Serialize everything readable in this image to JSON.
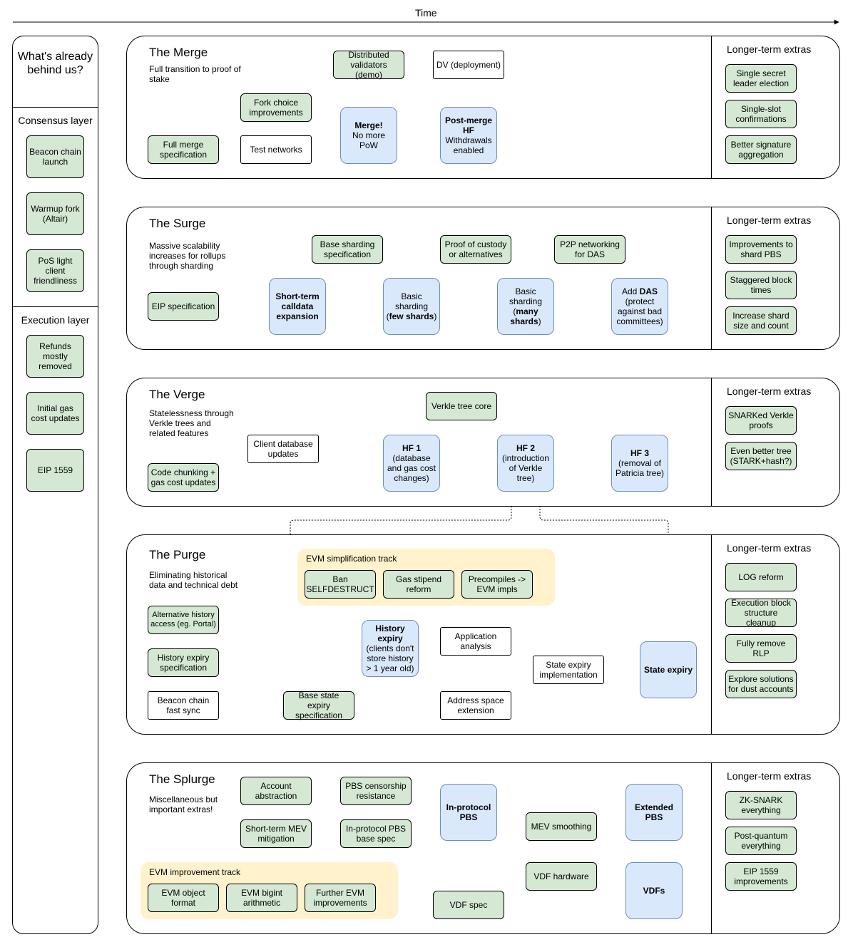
{
  "time_label": "Time",
  "left": {
    "title": "What's already behind us?",
    "consensus": {
      "header": "Consensus layer",
      "items": [
        "Beacon chain launch",
        "Warmup fork (Altair)",
        "PoS light client friendliness"
      ]
    },
    "execution": {
      "header": "Execution layer",
      "items": [
        "Refunds mostly removed",
        "Initial gas cost updates",
        "EIP 1559"
      ]
    }
  },
  "longterm_label": "Longer-term extras",
  "merge": {
    "title": "The Merge",
    "subtitle": "Full transition to proof of stake",
    "distributed": "Distributed validators (demo)",
    "dv": "DV (deployment)",
    "fork_choice": "Fork choice improvements",
    "full_merge": "Full merge specification",
    "test_networks": "Test networks",
    "merge_bold": "Merge!",
    "merge_rest": "No more PoW",
    "post_bold": "Post-merge HF",
    "post_rest": "Withdrawals enabled",
    "extras": [
      "Single secret leader election",
      "Single-slot confirmations",
      "Better signature aggregation"
    ]
  },
  "surge": {
    "title": "The Surge",
    "subtitle": "Massive scalability increases for rollups through sharding",
    "eip": "EIP specification",
    "short_term": "Short-term calldata expansion",
    "base_spec": "Base sharding specification",
    "proof_custody": "Proof of custody or alternatives",
    "p2p": "P2P networking for DAS",
    "basic_few_pre": "Basic sharding (",
    "basic_few_bold": "few shards",
    "basic_few_post": ")",
    "basic_many_pre": "Basic sharding (",
    "basic_many_bold": "many shards",
    "basic_many_post": ")",
    "das_pre": "Add ",
    "das_bold": "DAS",
    "das_post": " (protect against bad committees)",
    "extras": [
      "Improvements to shard PBS",
      "Staggered block times",
      "Increase shard size and count"
    ]
  },
  "verge": {
    "title": "The Verge",
    "subtitle": "Statelessness through Verkle trees and related features",
    "verkle_core": "Verkle tree core",
    "client_db": "Client database updates",
    "code_chunking": "Code chunking + gas cost updates",
    "hf1_bold": "HF 1",
    "hf1_rest": "(database and gas cost changes)",
    "hf2_bold": "HF 2",
    "hf2_rest": "(introduction of Verkle tree)",
    "hf3_bold": "HF 3",
    "hf3_rest": "(removal of Patricia tree)",
    "extras": [
      "SNARKed Verkle proofs",
      "Even better tree (STARK+hash?)"
    ]
  },
  "purge": {
    "title": "The Purge",
    "subtitle": "Eliminating historical data and technical debt",
    "track_label": "EVM simplification track",
    "ban": "Ban SELFDESTRUCT",
    "gas_stipend": "Gas stipend reform",
    "precompiles": "Precompiles -> EVM impls",
    "alt_history": "Alternative history access (eg. Portal)",
    "history_spec": "History expiry specification",
    "beacon_sync": "Beacon chain fast sync",
    "history_bold": "History expiry",
    "history_rest": "(clients don't store history > 1 year old)",
    "app_analysis": "Application analysis",
    "state_impl": "State expiry implementation",
    "base_state": "Base state expiry specification",
    "address_space": "Address space extension",
    "state_expiry": "State expiry",
    "extras": [
      "LOG reform",
      "Execution block structure cleanup",
      "Fully remove RLP",
      "Explore solutions for dust accounts"
    ]
  },
  "splurge": {
    "title": "The Splurge",
    "subtitle": "Miscellaneous but important extras!",
    "account_abstraction": "Account abstraction",
    "pbs_censorship": "PBS censorship resistance",
    "short_mev": "Short-term MEV mitigation",
    "inprotocol_base": "In-protocol PBS base spec",
    "inprotocol_pbs": "In-protocol PBS",
    "extended_pbs": "Extended PBS",
    "mev_smoothing": "MEV smoothing",
    "track_label": "EVM improvement track",
    "evm_object": "EVM object format",
    "evm_bigint": "EVM bigint arithmetic",
    "further_evm": "Further EVM improvements",
    "vdf_hardware": "VDF hardware",
    "vdf_spec": "VDF spec",
    "vdfs": "VDFs",
    "extras": [
      "ZK-SNARK everything",
      "Post-quantum everything",
      "EIP 1559 improvements"
    ]
  },
  "colors": {
    "green_fill": "#d5e8d4",
    "blue_fill": "#dae8fc",
    "blue_stroke": "#6c8ebf",
    "track_fill": "#fff2cc"
  }
}
